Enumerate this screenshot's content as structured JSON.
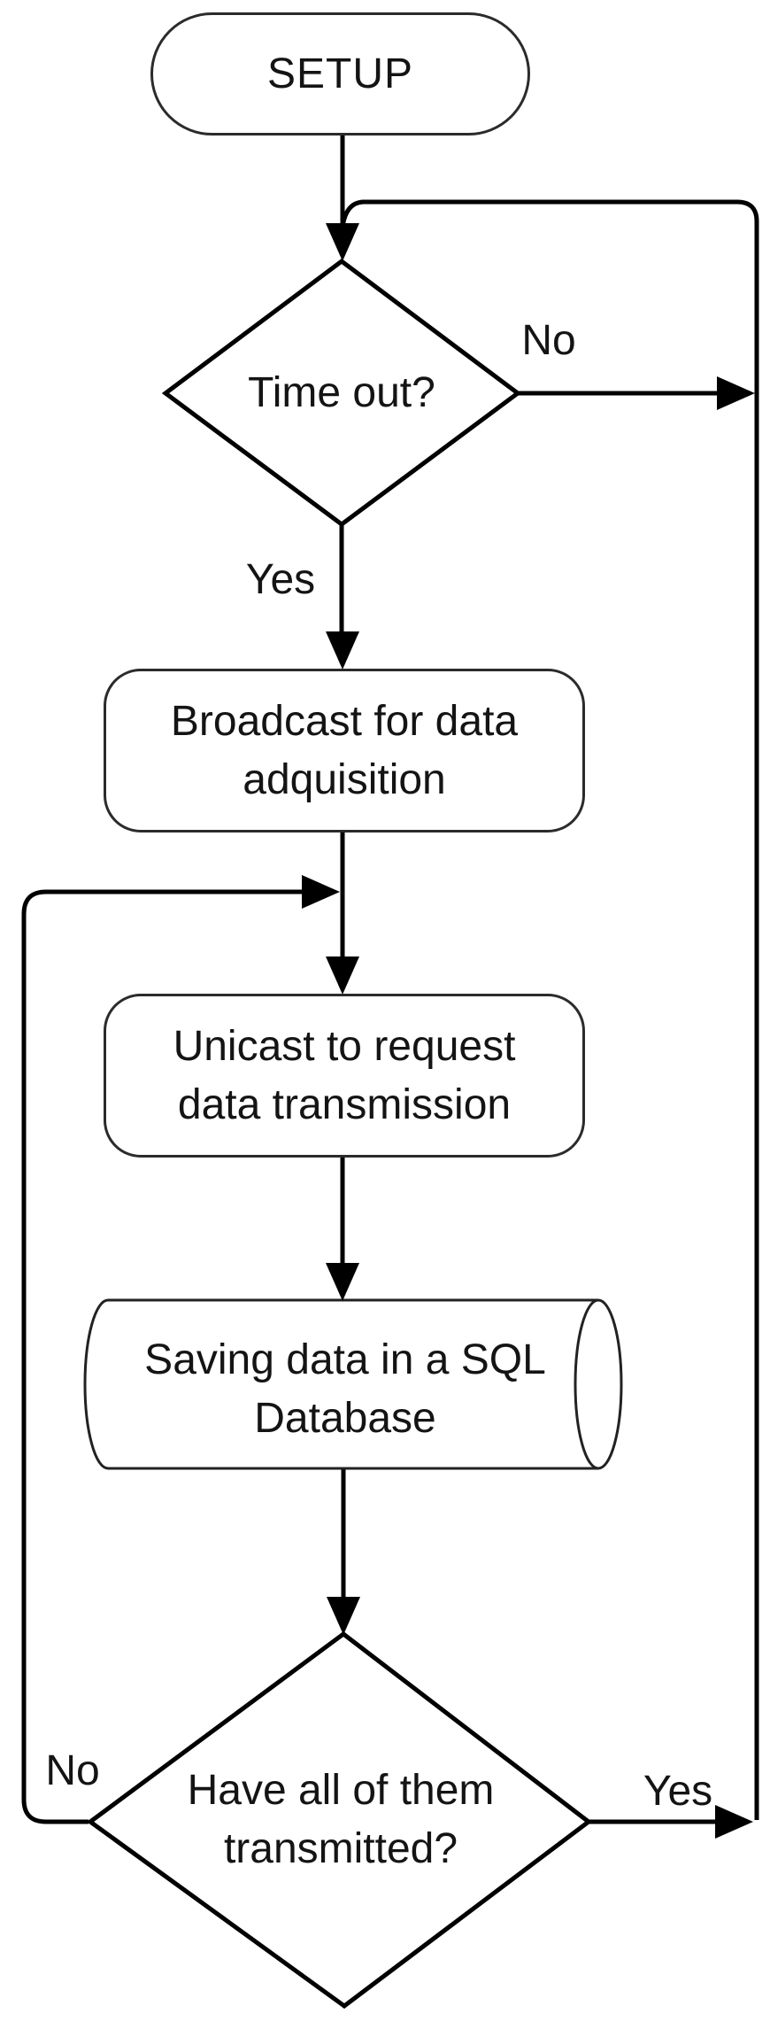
{
  "diagram_type": "flowchart",
  "colors": {
    "background": "#ffffff",
    "line": "#000000",
    "shape_border": "#2b2b2b",
    "text": "#141414"
  },
  "nodes": {
    "setup": {
      "type": "terminator",
      "label": "SETUP"
    },
    "timeout": {
      "type": "decision",
      "label": "Time out?"
    },
    "broadcast": {
      "type": "process",
      "lines": [
        "Broadcast for data",
        "adquisition"
      ]
    },
    "unicast": {
      "type": "process",
      "lines": [
        "Unicast to request",
        "data transmission"
      ]
    },
    "save_db": {
      "type": "stored-data",
      "lines": [
        "Saving data in a SQL",
        "Database"
      ]
    },
    "all_transmitted": {
      "type": "decision",
      "lines": [
        "Have all of them",
        "transmitted?"
      ]
    }
  },
  "edges": [
    {
      "from": "setup",
      "to": "timeout",
      "label": ""
    },
    {
      "from": "timeout",
      "to": "timeout",
      "label": "No"
    },
    {
      "from": "timeout",
      "to": "broadcast",
      "label": "Yes"
    },
    {
      "from": "broadcast",
      "to": "unicast",
      "label": ""
    },
    {
      "from": "unicast",
      "to": "save_db",
      "label": ""
    },
    {
      "from": "save_db",
      "to": "all_transmitted",
      "label": ""
    },
    {
      "from": "all_transmitted",
      "to": "unicast",
      "label": "No"
    },
    {
      "from": "all_transmitted",
      "to": "timeout",
      "label": "Yes"
    }
  ]
}
